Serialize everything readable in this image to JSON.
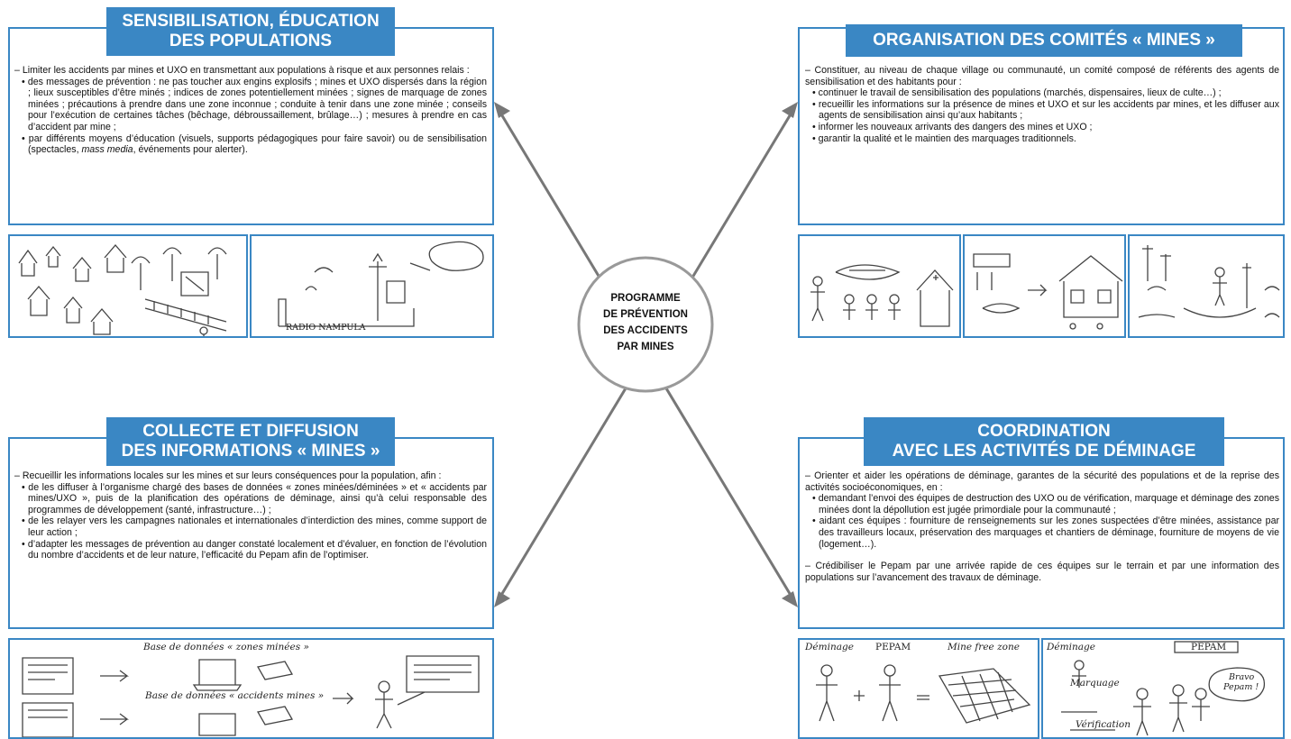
{
  "center": {
    "line1": "PROGRAMME",
    "line2": "DE PRÉVENTION",
    "line3": "DES ACCIDENTS",
    "line4": "PAR MINES"
  },
  "sensibilisation": {
    "title1": "SENSIBILISATION, ÉDUCATION",
    "title2": "DES POPULATIONS",
    "intro": "– Limiter les accidents par mines et UXO en transmettant aux populations à risque et aux personnes relais :",
    "b1": "des messages de prévention : ne pas toucher aux engins explosifs ; mines et UXO dispersés dans la région ; lieux susceptibles d’être minés ; indices de zones potentiellement minées ; signes de marquage de zones minées ; précautions à prendre dans une zone inconnue ; conduite à tenir dans une zone minée ; conseils pour l’exécution de certaines tâches (bêchage, débroussaillement, brûlage…) ; mesures à prendre en cas d’accident par mine ;",
    "b2a": "par différents moyens d’éducation (visuels, supports pédagogiques pour faire savoir) ou de sensibilisation (spectacles, ",
    "b2em": "mass media",
    "b2b": ", événements pour alerter).",
    "caption_radio": "RADIO NAMPULA"
  },
  "organisation": {
    "title": "ORGANISATION DES COMITÉS « MINES »",
    "intro": "– Constituer, au niveau de chaque village ou communauté, un comité composé de référents des agents de sensibilisation et des habitants pour :",
    "b1": "continuer le travail de sensibilisation des populations (marchés, dispensaires, lieux de culte…) ;",
    "b2": "recueillir les informations sur la présence de mines et UXO et sur les accidents par mines, et les diffuser aux agents de sensibilisation ainsi qu’aux habitants ;",
    "b3": "informer les nouveaux arrivants des dangers des mines et UXO ;",
    "b4": "garantir la qualité et le maintien des marquages traditionnels."
  },
  "collecte": {
    "title1": "COLLECTE ET DIFFUSION",
    "title2": "DES INFORMATIONS « MINES »",
    "intro": "– Recueillir les informations locales sur les mines et sur leurs conséquences pour la population, afin :",
    "b1": "de les diffuser à l’organisme chargé des bases de données « zones minées/déminées » et « accidents par mines/UXO », puis de la planification des opérations de déminage, ainsi qu’à celui responsable des programmes de développement (santé, infrastructure…) ;",
    "b2": "de les relayer vers les campagnes nationales et internationales d’interdiction des mines, comme support de leur action ;",
    "b3": "d’adapter les messages de prévention au danger constaté localement et d’évaluer, en fonction de l’évolution du nombre d’accidents et de leur nature, l’efficacité du Pepam afin de l’optimiser.",
    "caption_db1": "Base de données « zones minées »",
    "caption_db2": "Base de données « accidents mines »"
  },
  "coordination": {
    "title1": "COORDINATION",
    "title2": "AVEC LES ACTIVITÉS DE DÉMINAGE",
    "intro": "– Orienter et aider les opérations de déminage, garantes de la sécurité des populations et de la reprise des activités socioéconomiques, en :",
    "b1": "demandant l’envoi des équipes de destruction des UXO ou de vérification, marquage et déminage des zones minées dont la dépollution est jugée primordiale pour la communauté ;",
    "b2": "aidant ces équipes : fourniture de renseignements sur les zones suspectées d’être minées, assistance par des travailleurs locaux, préservation des marquages et chantiers de déminage, fourniture de moyens de vie (logement…).",
    "p2": "– Crédibiliser le Pepam par une arrivée rapide de ces équipes sur le terrain et par une information des populations sur l’avancement des travaux de déminage.",
    "cap_demin1": "Déminage",
    "cap_pepam1": "PEPAM",
    "cap_minefree": "Mine free zone",
    "cap_demin2": "Déminage",
    "cap_pepam2": "PEPAM",
    "cap_marquage": "Marquage",
    "cap_verif": "Vérification",
    "cap_bravo1": "Bravo",
    "cap_bravo2": "Pepam !"
  }
}
